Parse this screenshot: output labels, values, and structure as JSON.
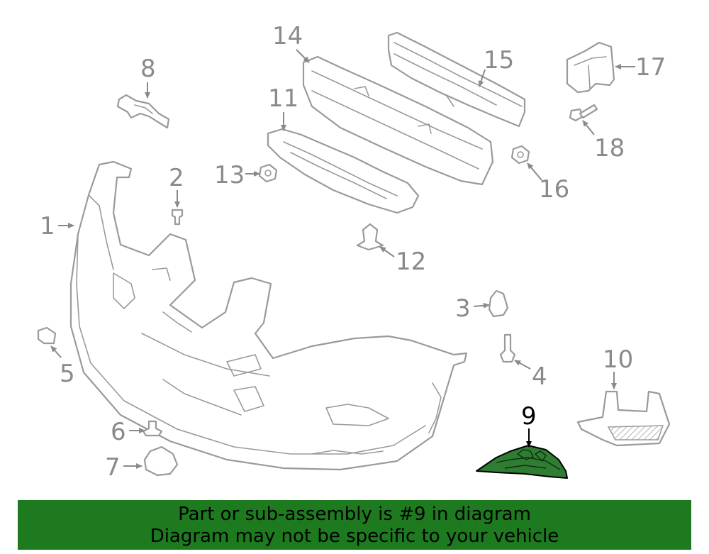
{
  "callouts": {
    "c1": "1",
    "c2": "2",
    "c3": "3",
    "c4": "4",
    "c5": "5",
    "c6": "6",
    "c7": "7",
    "c8": "8",
    "c9": "9",
    "c10": "10",
    "c11": "11",
    "c12": "12",
    "c13": "13",
    "c14": "14",
    "c15": "15",
    "c16": "16",
    "c17": "17",
    "c18": "18"
  },
  "highlighted_part": "9",
  "colors": {
    "highlight_fill": "#2e7d32",
    "banner": "#1e7a1e",
    "line_art": "#9a9a9a"
  },
  "banner": {
    "line1": "Part or sub-assembly is #9 in diagram",
    "line2": "Diagram may not be specific to your vehicle"
  }
}
